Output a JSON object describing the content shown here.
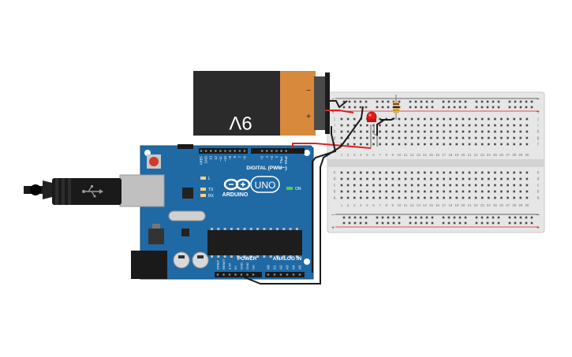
{
  "battery": {
    "voltage_label": "9V",
    "minus_label": "−",
    "plus_label": "+"
  },
  "arduino": {
    "logo_text": "ARDUINO",
    "model_text": "UNO",
    "digital_label": "DIGITAL (PWM~)",
    "power_label": "POWER",
    "analog_label": "ANALOG IN",
    "on_label": "ON",
    "tx_label": "TX",
    "rx_label": "RX",
    "l_label": "L",
    "digital_pins": [
      "AREF",
      "GND",
      "13",
      "12",
      "~11",
      "~10",
      "~9",
      "8",
      "7",
      "~6",
      "~5",
      "4",
      "~3",
      "2",
      "TX▸1",
      "RX◂0"
    ],
    "power_pins": [
      "IOREF",
      "RESET",
      "3.3V",
      "5V",
      "GND",
      "GND",
      "Vin"
    ],
    "analog_pins": [
      "A0",
      "A1",
      "A2",
      "A3",
      "A4",
      "A5"
    ]
  },
  "breadboard": {
    "column_numbers": [
      "1",
      "2",
      "3",
      "4",
      "5",
      "6",
      "7",
      "8",
      "9",
      "10",
      "11",
      "12",
      "13",
      "14",
      "15",
      "16",
      "17",
      "18",
      "19",
      "20",
      "21",
      "22",
      "23",
      "24",
      "25",
      "26",
      "27",
      "28",
      "29",
      "30"
    ],
    "top_rows": [
      "j",
      "i",
      "h",
      "g",
      "f"
    ],
    "bottom_rows": [
      "e",
      "d",
      "c",
      "b",
      "a"
    ],
    "rail_minus": "−",
    "rail_plus": "+"
  },
  "colors": {
    "board": "#1f6aa5",
    "battery_body": "#2b2b2b",
    "battery_cap": "#d9893c",
    "breadboard": "#e4e4e4",
    "wire_red": "#e02020",
    "wire_black": "#1a1a1a",
    "led": "#e31b1b"
  }
}
